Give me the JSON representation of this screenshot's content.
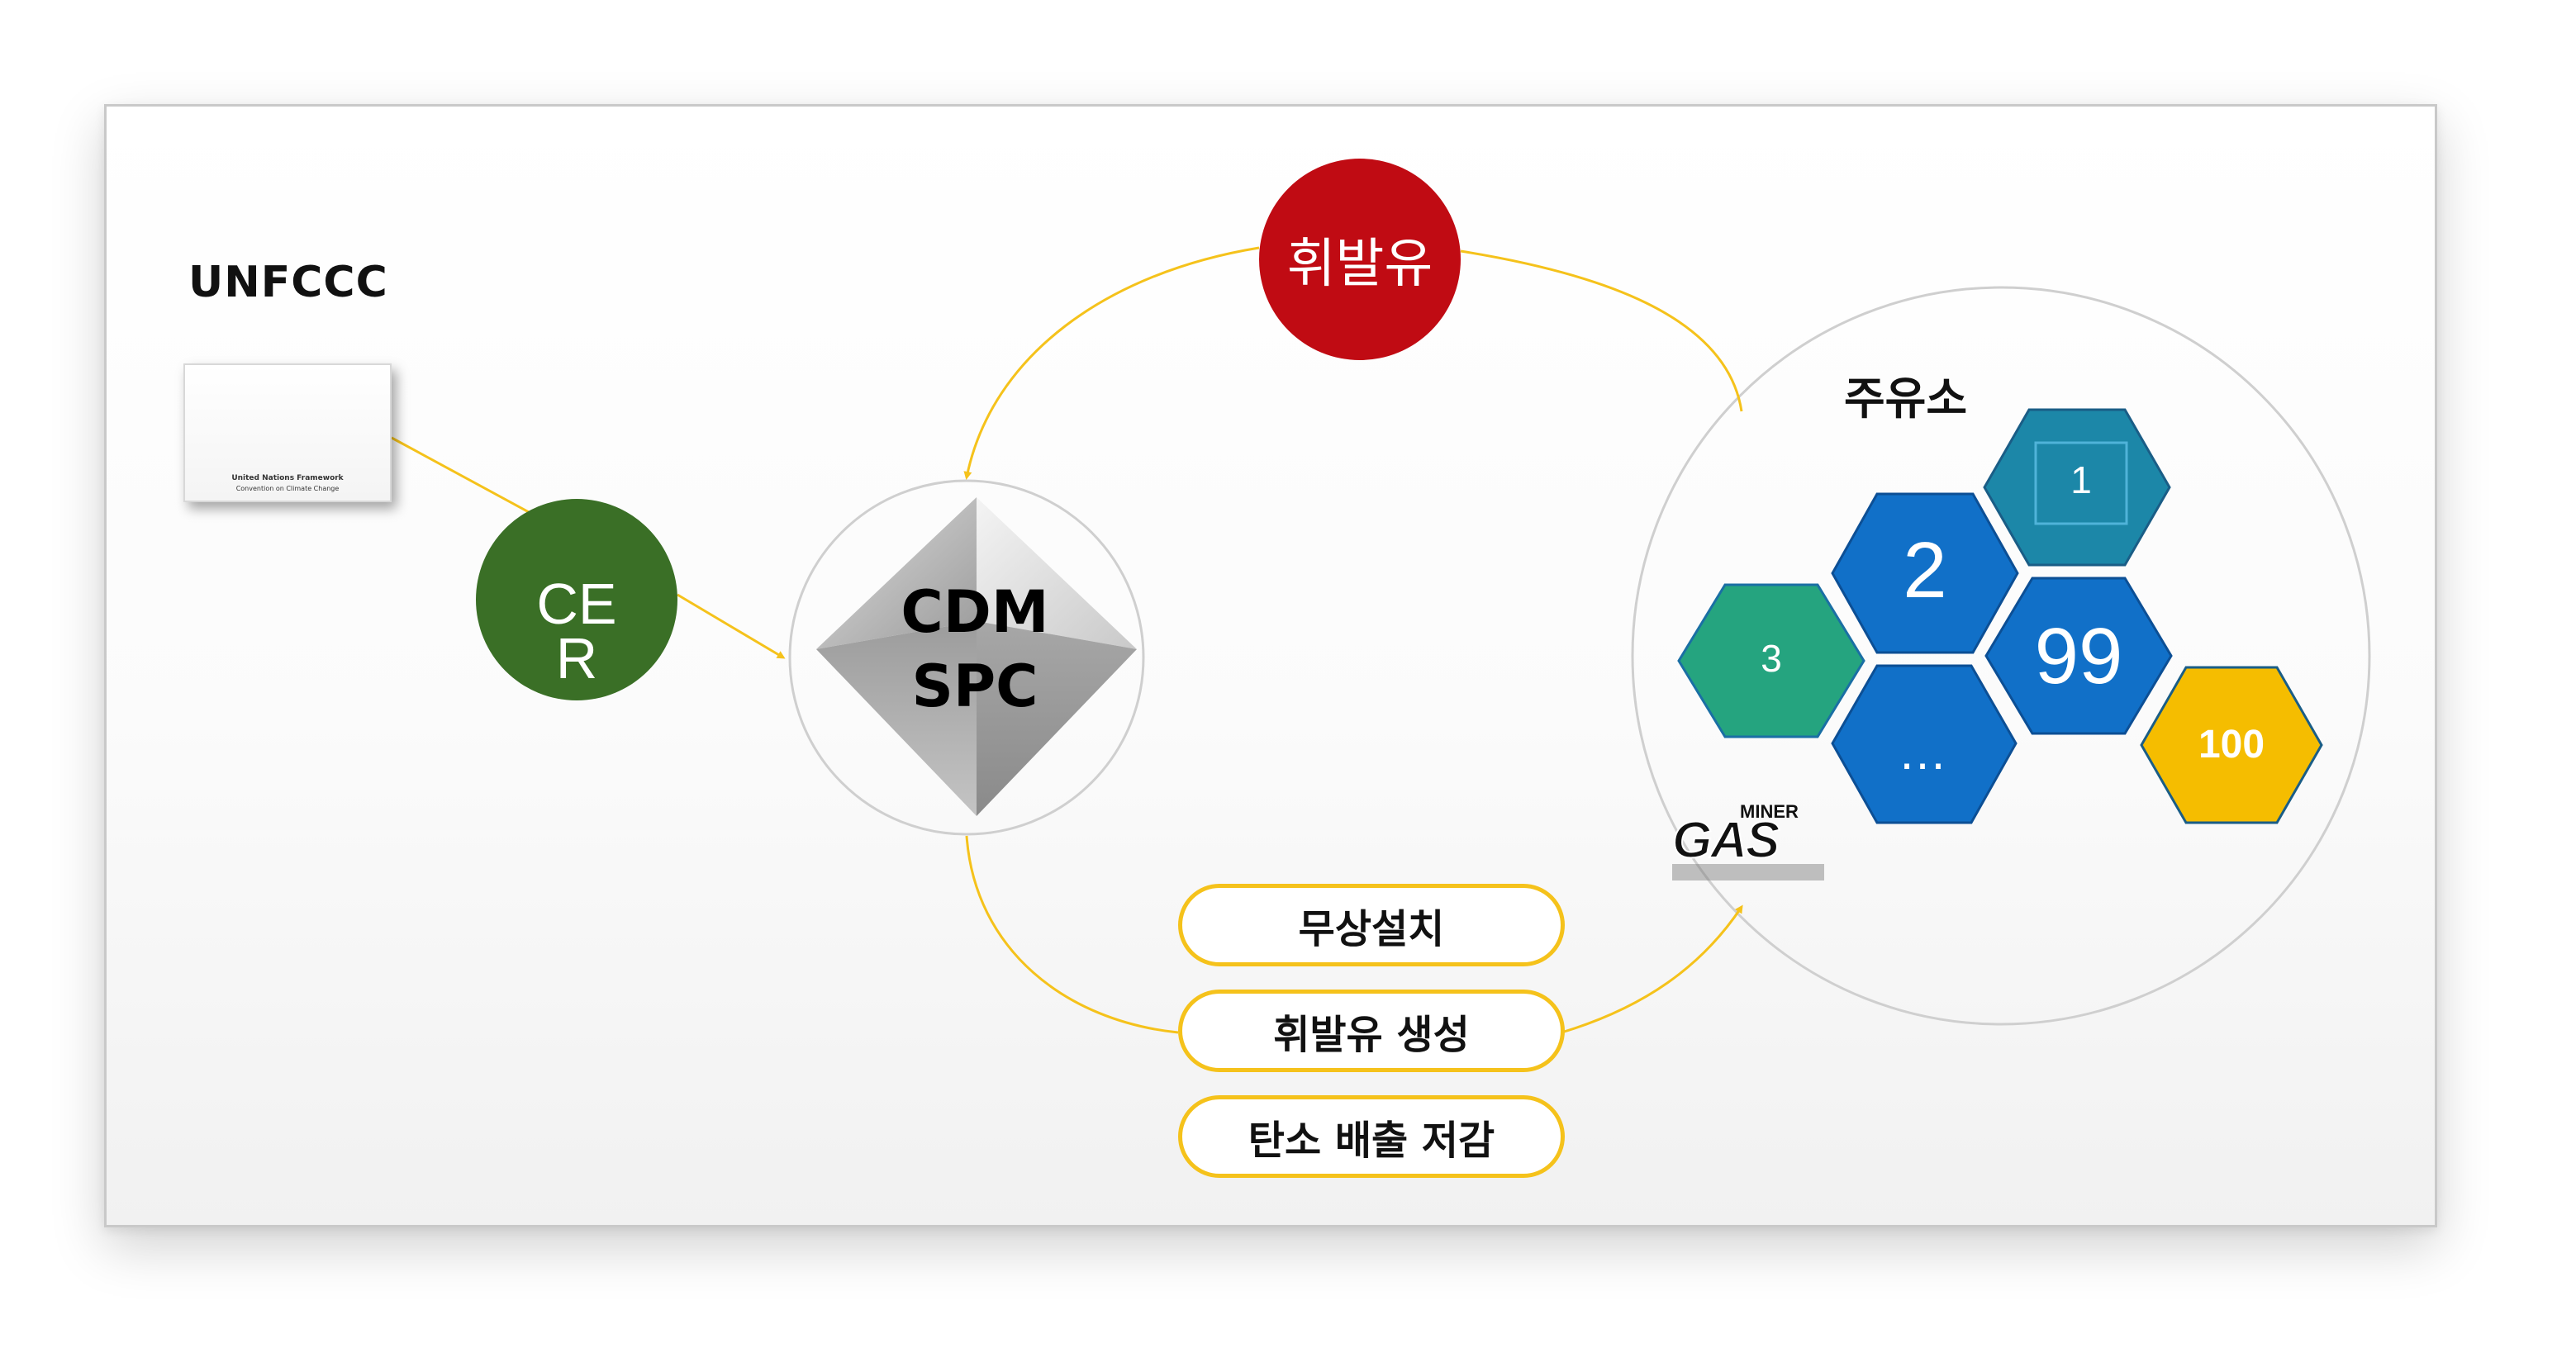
{
  "unfccc": {
    "title": "UNFCCC",
    "logo_line1": "United Nations Framework",
    "logo_line2": "Convention on Climate Change"
  },
  "cer": {
    "label": "CER"
  },
  "volatile_oil": {
    "label": "휘발유"
  },
  "cdm": {
    "line1": "CDM",
    "line2": "SPC"
  },
  "gas_station": {
    "title": "주유소",
    "hexes": [
      {
        "label": "1",
        "color": "#1c87a8"
      },
      {
        "label": "2",
        "color": "#1170c8"
      },
      {
        "label": "99",
        "color": "#1170c8"
      },
      {
        "label": "3",
        "color": "#25a47f"
      },
      {
        "label": "…",
        "color": "#1170c8"
      },
      {
        "label": "100",
        "color": "#f5bd00"
      }
    ],
    "brand_logo_text": "GAS MINER"
  },
  "pills": [
    {
      "label": "무상설치"
    },
    {
      "label": "휘발유 생성"
    },
    {
      "label": "탄소 배출 저감"
    }
  ],
  "colors": {
    "arrow": "#f5c21b",
    "cer_green": "#3a6f26",
    "oil_red": "#c00b13"
  }
}
